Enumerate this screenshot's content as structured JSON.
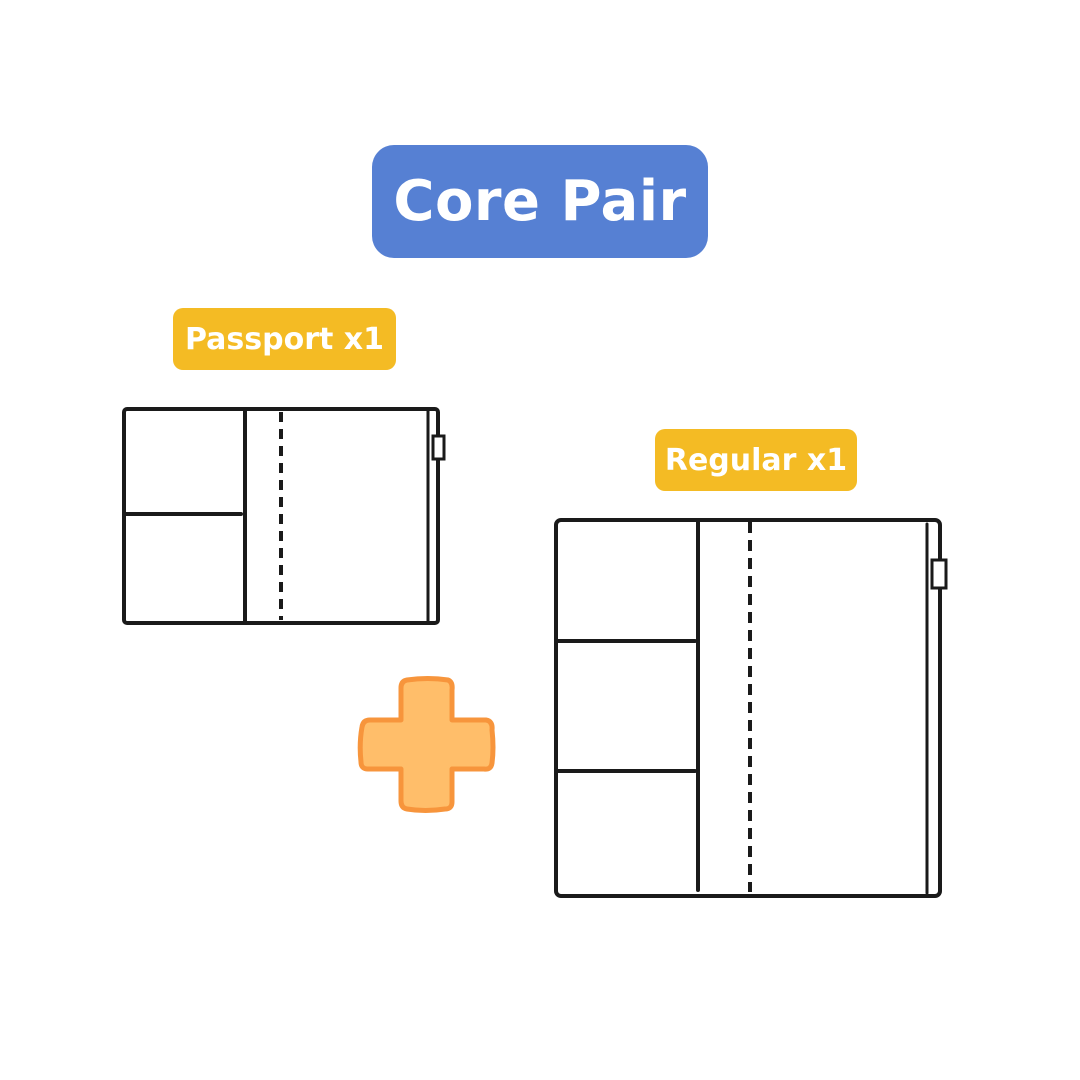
{
  "title": "Core Pair",
  "items": [
    {
      "label": "Passport x1"
    },
    {
      "label": "Regular x1"
    }
  ],
  "colors": {
    "title_badge": "#5680d3",
    "label_badge": "#f4bb24",
    "outline": "#1a1a1a",
    "plus_fill": "#ffbe6a",
    "plus_stroke": "#f7953c"
  }
}
